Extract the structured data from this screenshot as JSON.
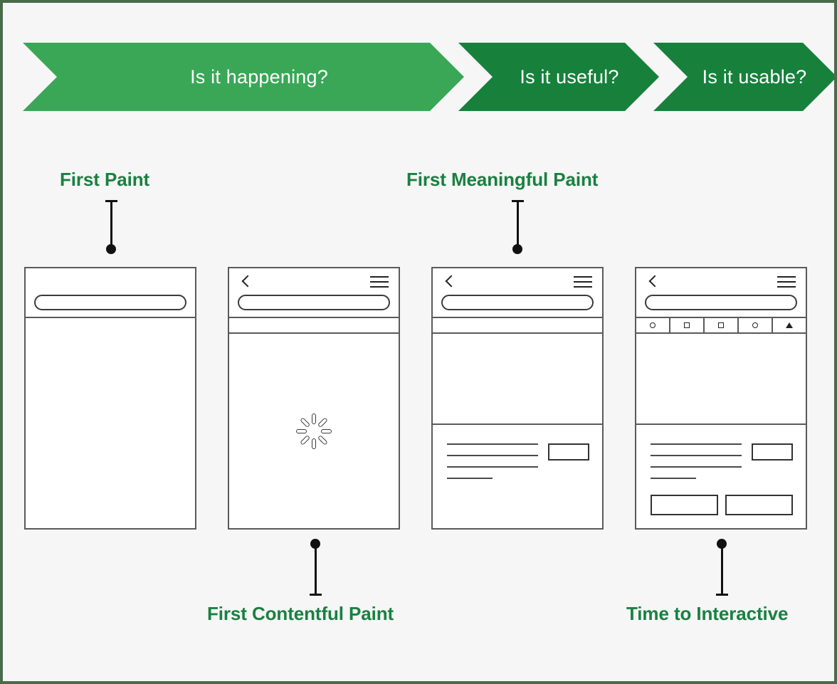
{
  "banner": {
    "stages": [
      {
        "label": "Is it happening?",
        "color": "#3aa757"
      },
      {
        "label": "Is it useful?",
        "color": "#17813c"
      },
      {
        "label": "Is it usable?",
        "color": "#17813c"
      }
    ]
  },
  "metrics": {
    "accent_color": "#1a8041",
    "first_paint": "First Paint",
    "first_meaningful_paint": "First Meaningful Paint",
    "first_contentful_paint": "First Contentful Paint",
    "time_to_interactive": "Time to Interactive"
  },
  "frames": [
    {
      "name": "first-paint-frame",
      "has_back_icon": false,
      "has_menu_icon": false,
      "has_strip": false,
      "has_tabbar": false,
      "content": "empty"
    },
    {
      "name": "first-contentful-paint-frame",
      "has_back_icon": true,
      "has_menu_icon": true,
      "has_strip": true,
      "has_tabbar": false,
      "content": "spinner"
    },
    {
      "name": "first-meaningful-paint-frame",
      "has_back_icon": true,
      "has_menu_icon": true,
      "has_strip": true,
      "has_tabbar": false,
      "content": "text-and-image"
    },
    {
      "name": "time-to-interactive-frame",
      "has_back_icon": true,
      "has_menu_icon": true,
      "has_strip": false,
      "has_tabbar": true,
      "content": "text-image-and-buttons"
    }
  ],
  "tabbar": {
    "glyphs": [
      "circle",
      "square",
      "square",
      "circle",
      "triangle"
    ]
  },
  "page": {
    "background": "#f5f6f5",
    "border_color": "#4a6b4a"
  }
}
